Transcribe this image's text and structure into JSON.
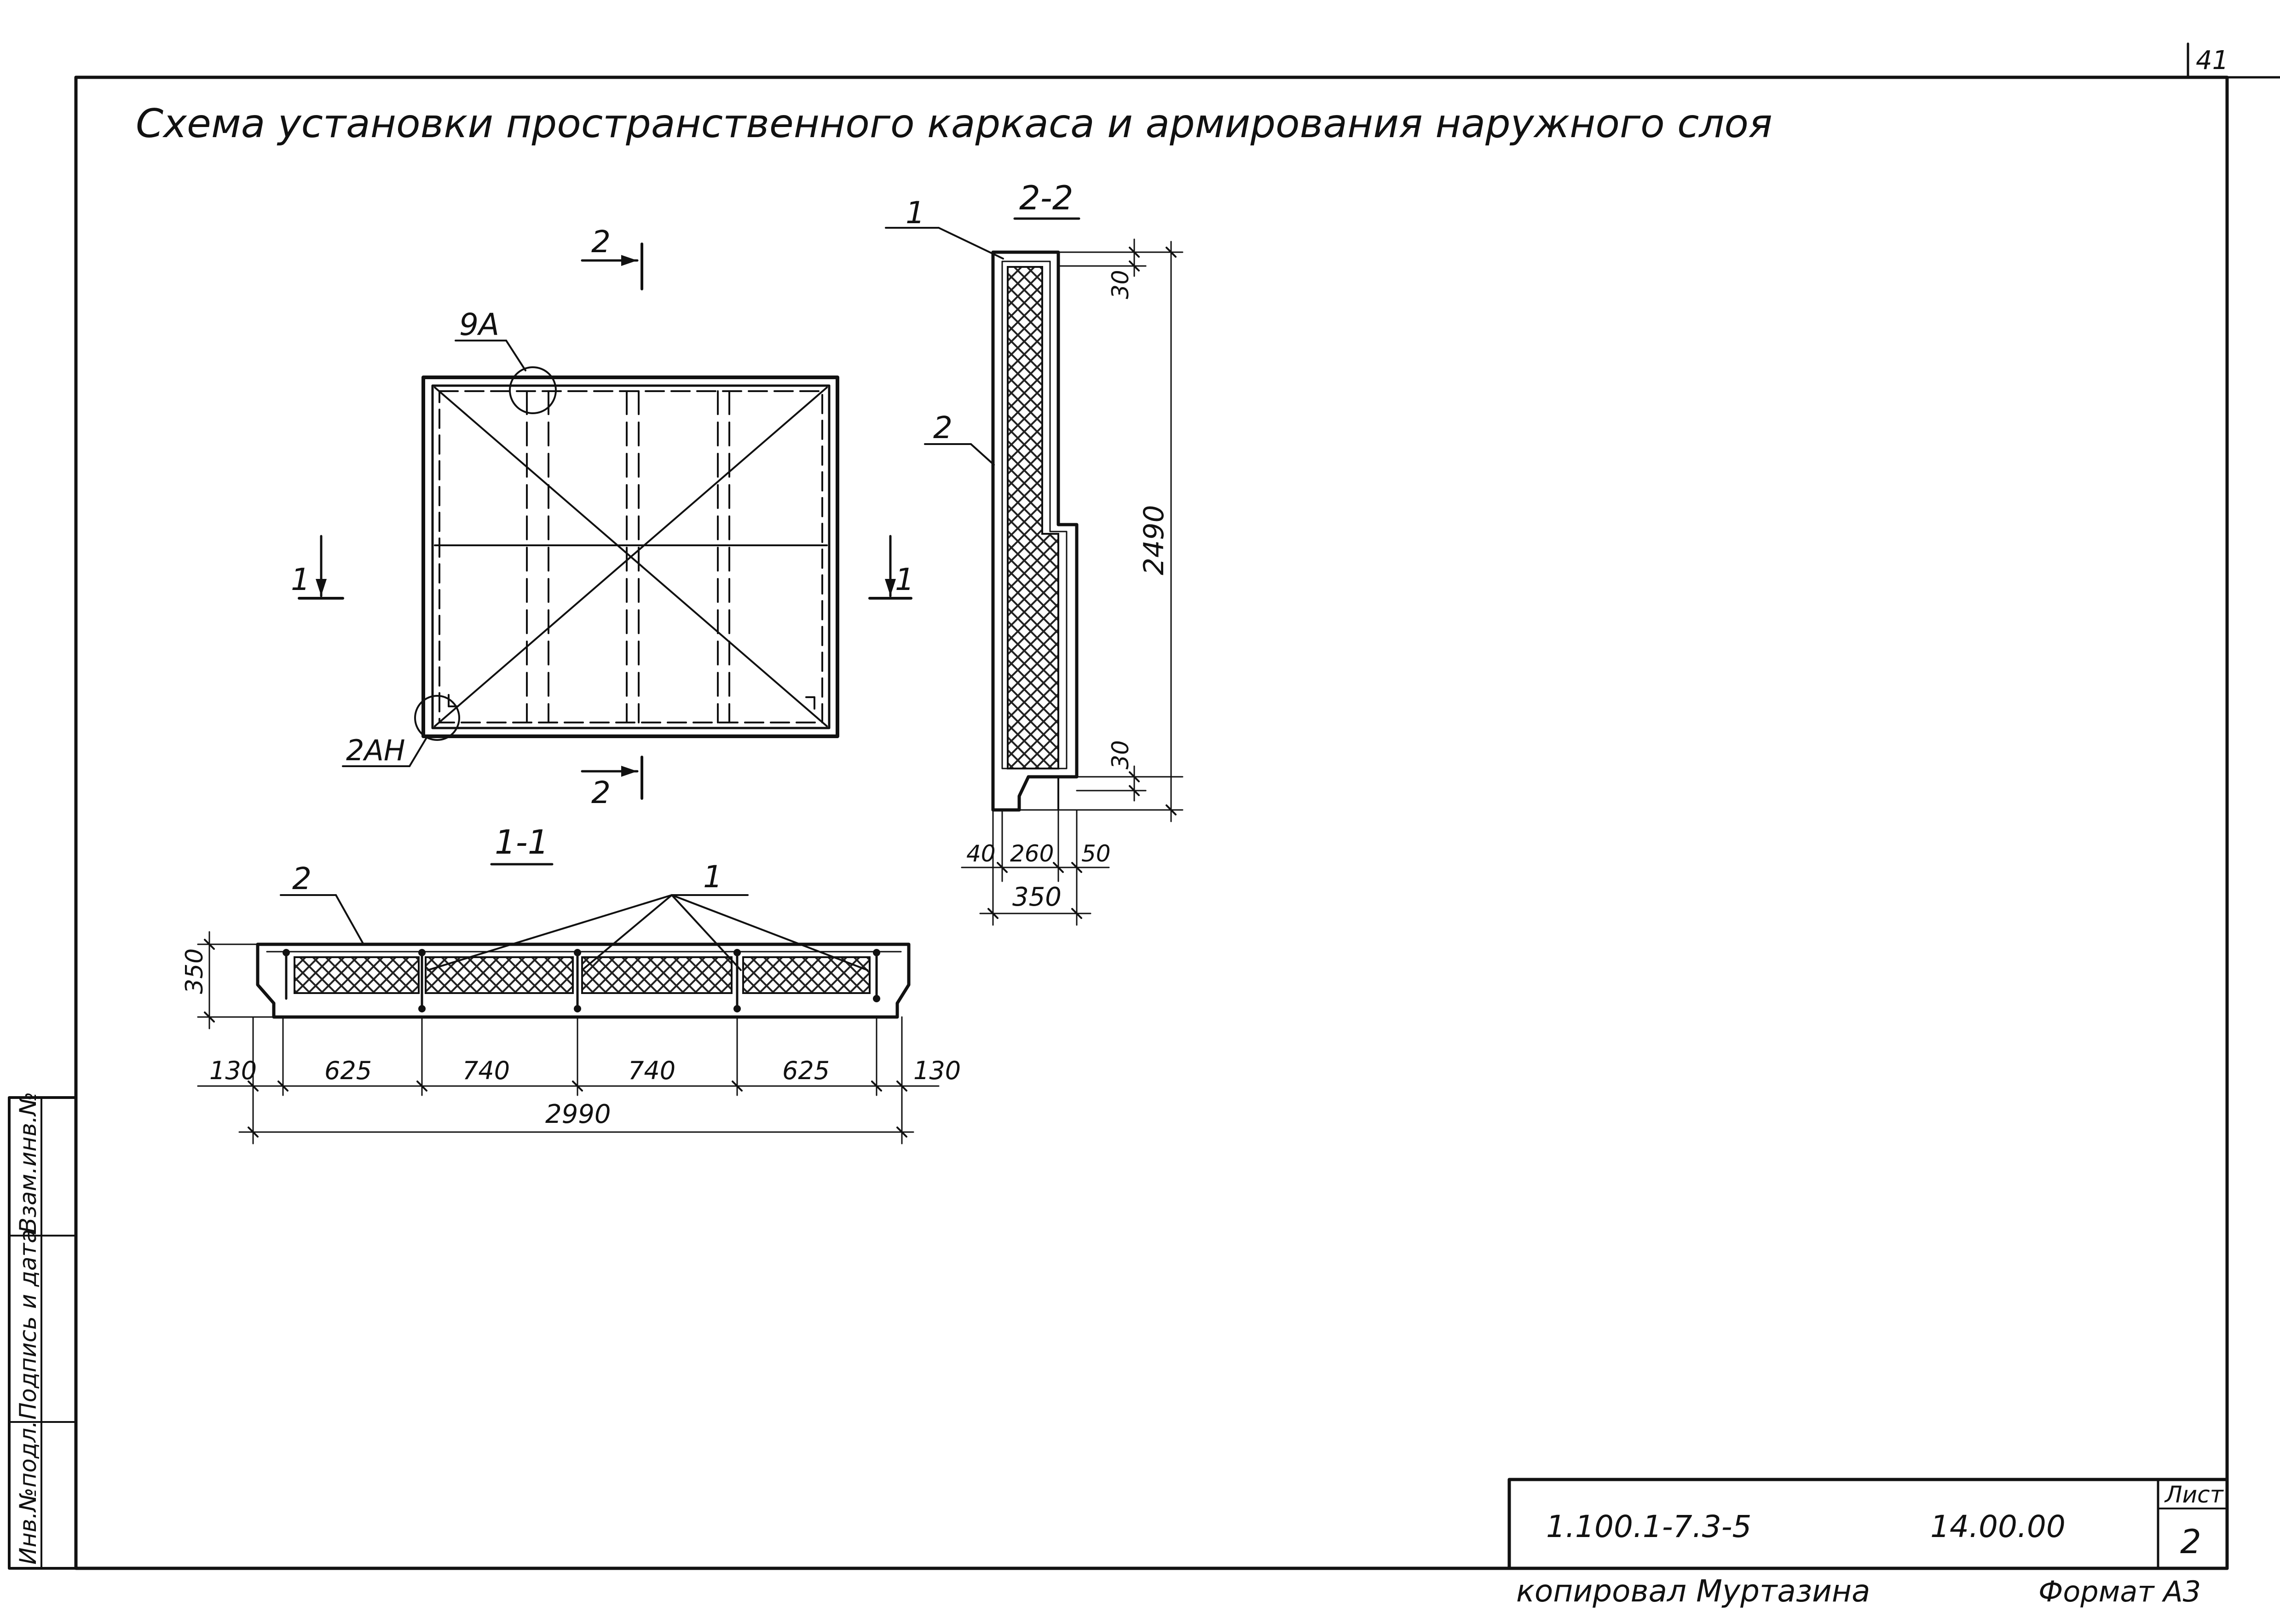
{
  "sheet_corner_number": "41",
  "title": "Схема установки пространственного каркаса и армирования наружного слоя",
  "plan": {
    "cut_2_top": "2",
    "cut_2_bottom": "2",
    "cut_1_left": "1",
    "cut_1_right": "1",
    "callout_top_left": "9А",
    "callout_bottom_left": "2АН"
  },
  "section_2_2": {
    "title": "2-2",
    "leader_1": "1",
    "leader_2": "2",
    "dim_top": "30",
    "dim_height": "2490",
    "dim_bottom": "30",
    "dim_40": "40",
    "dim_260": "260",
    "dim_50": "50",
    "dim_total": "350"
  },
  "section_1_1": {
    "title": "1-1",
    "leader_2": "2",
    "leader_1": "1",
    "dim_height": "350",
    "dims": [
      "130",
      "625",
      "740",
      "740",
      "625",
      "130"
    ],
    "dim_total": "2990"
  },
  "side_stamp": [
    "Инв.№подл.",
    "Подпись и дата",
    "Взам.инв.№"
  ],
  "title_block": {
    "code": "1.100.1-7.3-5",
    "mark": "14.00.00",
    "sheet_label": "Лист",
    "sheet_number": "2"
  },
  "footer": {
    "copied_by": "копировал Муртазина",
    "format": "Формат А3"
  }
}
